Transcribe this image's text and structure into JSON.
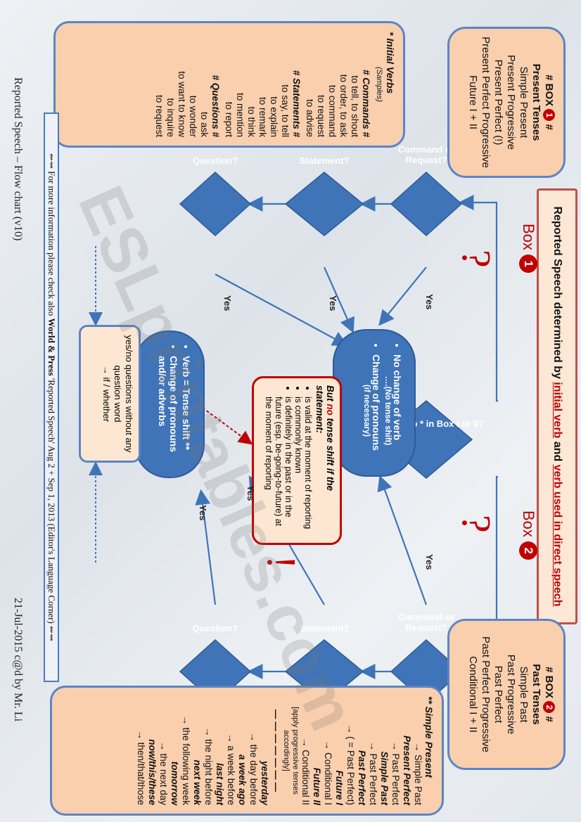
{
  "banner": {
    "prefix": "Reported Speech determined by ",
    "initial_verb": "initial verb",
    "mid": " and ",
    "verb_direct": "verb used in direct speech"
  },
  "box1": {
    "heading_pre": "# BOX ",
    "num": "1",
    "heading_post": " #",
    "subtitle": "Present Tenses",
    "tenses": [
      "Simple Present",
      "Present Progressive",
      "Present Perfect (!)",
      "Present Perfect Progressive",
      "Future I + II"
    ]
  },
  "box2": {
    "heading_pre": "# BOX ",
    "num": "2",
    "heading_post": " #",
    "subtitle": "Past Tenses",
    "tenses": [
      "Simple Past",
      "Past Progressive",
      "Past Perfect",
      "Past Perfect Progressive",
      "Conditional I + II"
    ]
  },
  "verbs_box": {
    "title": "* Initial Verbs",
    "samples": "(Samples)",
    "groups": [
      {
        "head": "# Commands #",
        "items": [
          "to tell, to shout",
          "to order, to ask",
          "to command",
          "to request",
          "to advise"
        ]
      },
      {
        "head": "# Statements #",
        "items": [
          "to say, to tell",
          "to explain",
          "to remark",
          "to think",
          "to mention",
          "to report"
        ]
      },
      {
        "head": "# Questions #",
        "items": [
          "to ask",
          "to wonder",
          "to want to know",
          "to inquire",
          "to request"
        ]
      }
    ]
  },
  "labels": {
    "box1": "Box",
    "box1_num": "1",
    "box2": "Box",
    "box2_num": "2",
    "yes": "Yes",
    "qmark": "?",
    "excl": "!"
  },
  "diamonds": {
    "initial": "Intitial verb * in Box I or II?",
    "command1": "Command or Request?",
    "statement1": "Statement?",
    "question1": "Question?",
    "command2": "Command or Request?",
    "statement2": "Statement?",
    "question2": "Question?"
  },
  "no_change": {
    "l1": "No change of verb",
    "l1b": "….(No tense shift)",
    "l2": "Change of pronouns",
    "l2b": "(if necessary)"
  },
  "tense_shift": {
    "l1": "Verb = Tense shift **",
    "l2": "Change of pronouns and/or adverbs"
  },
  "warning": {
    "but": "But ",
    "no": "no",
    "rest": " tense shift if the statement:",
    "items": [
      "is valid at the moment of reporting",
      "is commonly known",
      "is definitely in the past or in the future (esp. be-going-to-future) at the moment of reporting"
    ]
  },
  "yesno": {
    "l1": "yes/no questions without any question word",
    "l2": "→ if / whether"
  },
  "shift_list": {
    "title": "** Simple Present",
    "rows": [
      {
        "t": "→ Simple Past",
        "c": "r"
      },
      {
        "t": "Present Perfect",
        "c": "b"
      },
      {
        "t": "→ Past Perfect",
        "c": "r"
      },
      {
        "t": "Simple Past",
        "c": "b"
      },
      {
        "t": "→ Past Perfect",
        "c": "r"
      },
      {
        "t": "Past Perfect",
        "c": "b"
      },
      {
        "t": "→ ( = Past Perfect)",
        "c": "r"
      },
      {
        "t": "Future I",
        "c": "b"
      },
      {
        "t": "→ Conditional I",
        "c": "r"
      },
      {
        "t": "Future II",
        "c": "b"
      },
      {
        "t": "→ Conditional II",
        "c": "r"
      },
      {
        "t": "[apply progressive tenses accordingly]",
        "c": "s"
      },
      {
        "t": "— — — — — — —",
        "c": "d"
      },
      {
        "t": "yesterday",
        "c": "b"
      },
      {
        "t": "→ the day before",
        "c": "r"
      },
      {
        "t": "a week ago",
        "c": "b"
      },
      {
        "t": "→ a week before",
        "c": "r"
      },
      {
        "t": "last night",
        "c": "b"
      },
      {
        "t": "→ the night before",
        "c": "r"
      },
      {
        "t": "next week",
        "c": "b"
      },
      {
        "t": "→ the following week",
        "c": "r"
      },
      {
        "t": "tomorrow",
        "c": "b"
      },
      {
        "t": "→ the next day",
        "c": "r"
      },
      {
        "t": "now/this/these",
        "c": "b"
      },
      {
        "t": "→ then/that/those",
        "c": "r"
      }
    ]
  },
  "info": {
    "arrows_l": "⇜⇝",
    "pre": " For more information please check also ",
    "bold": "World & Press",
    "post": " 'Reported Speech' Aug 2 + Sep 1, 2013 (Editor's Language Corner) ",
    "arrows_r": "⇜⇝"
  },
  "footer": {
    "left": "Reported Speech – Flow chart (v10)",
    "right": "21-Jul-2015 c@d by Mr. Li"
  },
  "watermark": "ESLprintables.com",
  "colors": {
    "diamond": "#3f74b8",
    "box_fill": "#f9cfae",
    "accent": "#c00000"
  }
}
